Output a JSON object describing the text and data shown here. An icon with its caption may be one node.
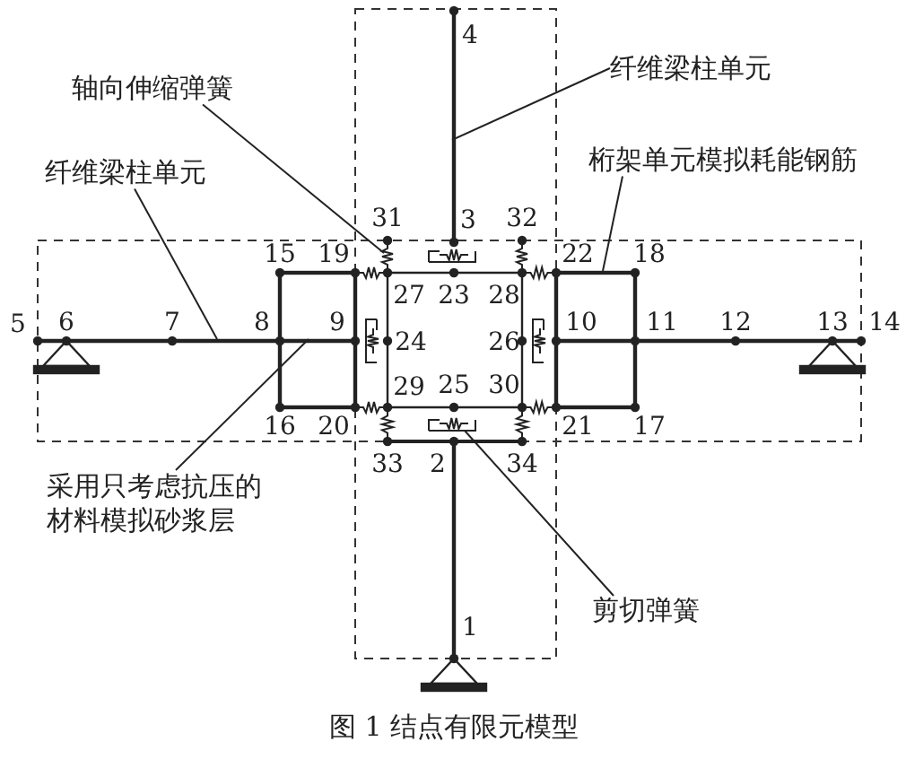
{
  "diagram": {
    "caption": "图 1 结点有限元模型",
    "nodes": [
      {
        "text": [
          "轴向伸缩弹簧"
        ]
      },
      {
        "text": [
          "纤维梁柱单元"
        ]
      },
      {
        "text": [
          "纤维梁柱单元"
        ]
      },
      {
        "text": [
          "桁架单元模拟耗能钢筋"
        ]
      },
      {
        "text": [
          "采用只考虑抗压的材料模拟砂浆层"
        ]
      },
      {
        "text": [
          "剪切弹簧"
        ]
      },
      {
        "text": [],
        "shape": "spring"
      },
      {
        "text": [],
        "shape": "bar"
      },
      {
        "text": [],
        "shape": "bar"
      },
      {
        "text": [],
        "shape": "box"
      },
      {
        "text": [],
        "shape": "bar"
      },
      {
        "text": [],
        "shape": "spring"
      }
    ],
    "edges": [
      {
        "from": 0,
        "to": 6,
        "arrow": "none"
      },
      {
        "from": 1,
        "to": 7,
        "arrow": "none"
      },
      {
        "from": 2,
        "to": 8,
        "arrow": "none"
      },
      {
        "from": 3,
        "to": 9,
        "arrow": "none"
      },
      {
        "from": 4,
        "to": 10,
        "arrow": "none"
      },
      {
        "from": 5,
        "to": 11,
        "arrow": "none"
      }
    ],
    "labels": [
      "4",
      "31",
      "3",
      "32",
      "15",
      "19",
      "22",
      "18",
      "27",
      "23",
      "28",
      "5",
      "6",
      "7",
      "8",
      "9",
      "24",
      "26",
      "10",
      "11",
      "12",
      "13",
      "14",
      "29",
      "25",
      "30",
      "16",
      "20",
      "21",
      "17",
      "33",
      "2",
      "34",
      "1"
    ]
  }
}
